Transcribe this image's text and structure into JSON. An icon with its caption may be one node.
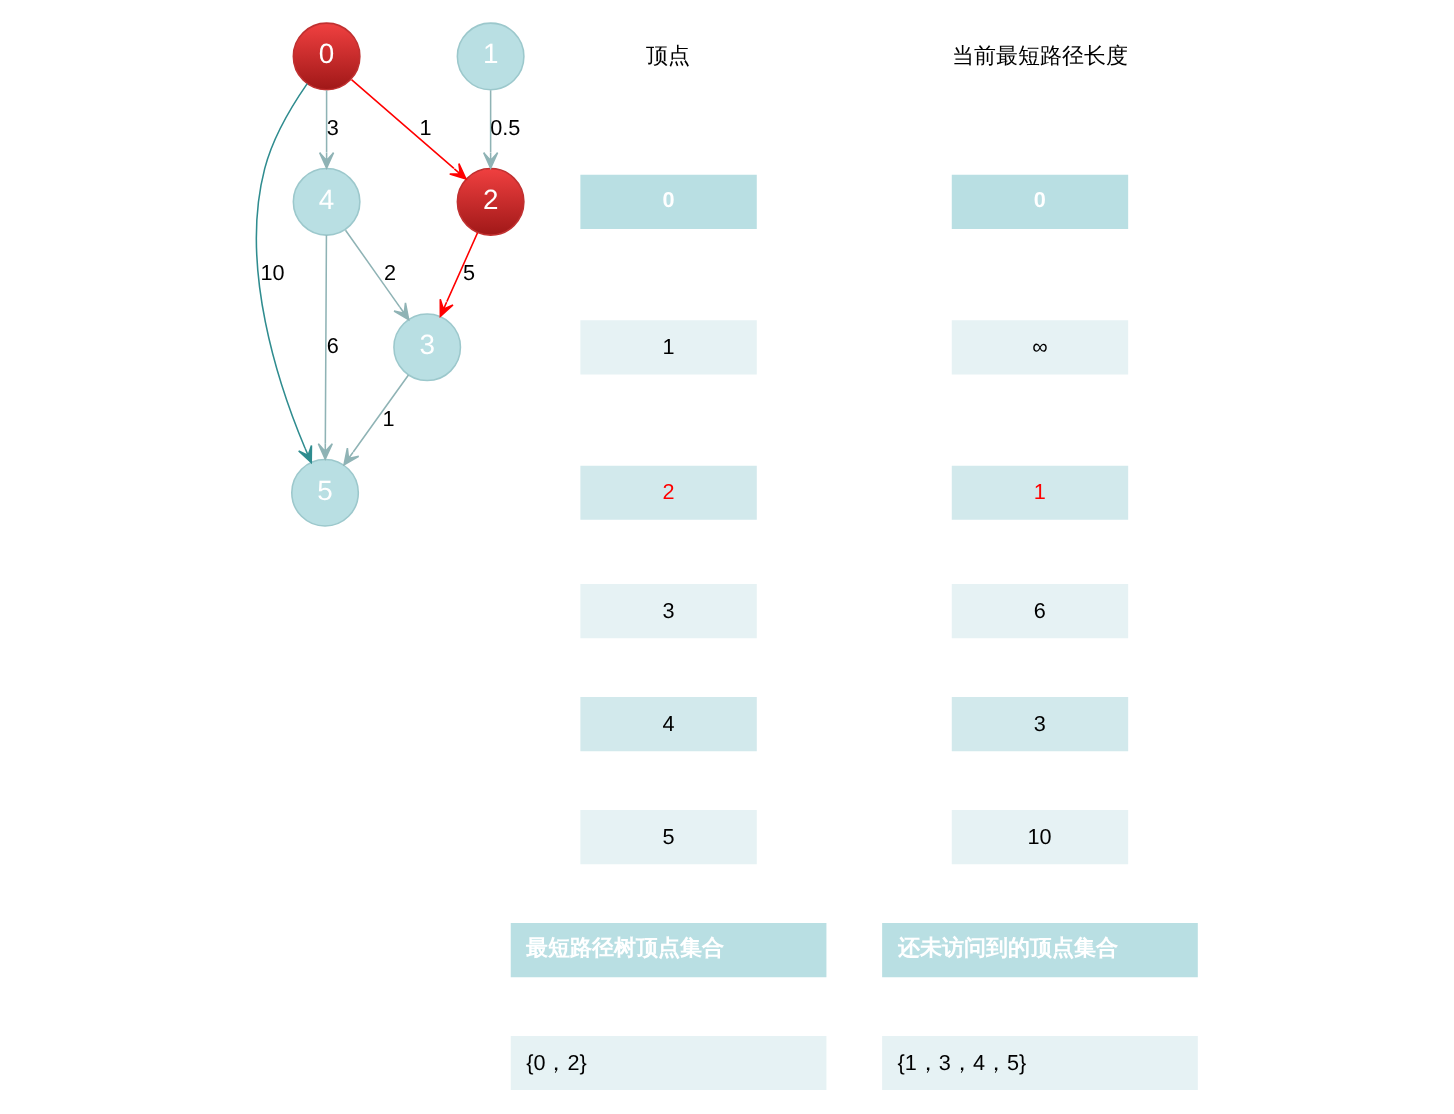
{
  "diagram": {
    "nodes": [
      {
        "text": [
          "0"
        ]
      },
      {
        "text": [
          "5"
        ]
      },
      {
        "text": [
          "4"
        ]
      },
      {
        "text": [
          "1"
        ]
      },
      {
        "text": [
          "3"
        ]
      },
      {
        "text": [
          "2"
        ]
      }
    ],
    "edges": [
      {
        "from": 0,
        "to": 1,
        "arrow": "to",
        "label": "10",
        "color": "#2f8c8f"
      },
      {
        "from": 0,
        "to": 2,
        "arrow": "to",
        "label": "3"
      },
      {
        "from": 2,
        "to": 1,
        "arrow": "to",
        "label": "6"
      },
      {
        "from": 0,
        "to": 5,
        "arrow": "to",
        "label": "1",
        "color": "#ff0000"
      },
      {
        "from": 4,
        "to": 1,
        "arrow": "to",
        "label": "1"
      },
      {
        "from": 2,
        "to": 4,
        "arrow": "to",
        "label": "2"
      },
      {
        "from": 3,
        "to": 5,
        "arrow": "to",
        "label": "0.5"
      },
      {
        "from": 5,
        "to": 4,
        "arrow": "to",
        "label": "5",
        "color": "#ff0000"
      }
    ],
    "labels": [
      "顶点",
      "当前最短路径长度",
      "0",
      "0",
      "1",
      "∞",
      "2",
      "1",
      "3",
      "6",
      "4",
      "3",
      "5",
      "10",
      "最短路径树顶点集合",
      "还未访问到的顶点集合",
      "{0，2}",
      "{1，3，4，5}"
    ]
  }
}
